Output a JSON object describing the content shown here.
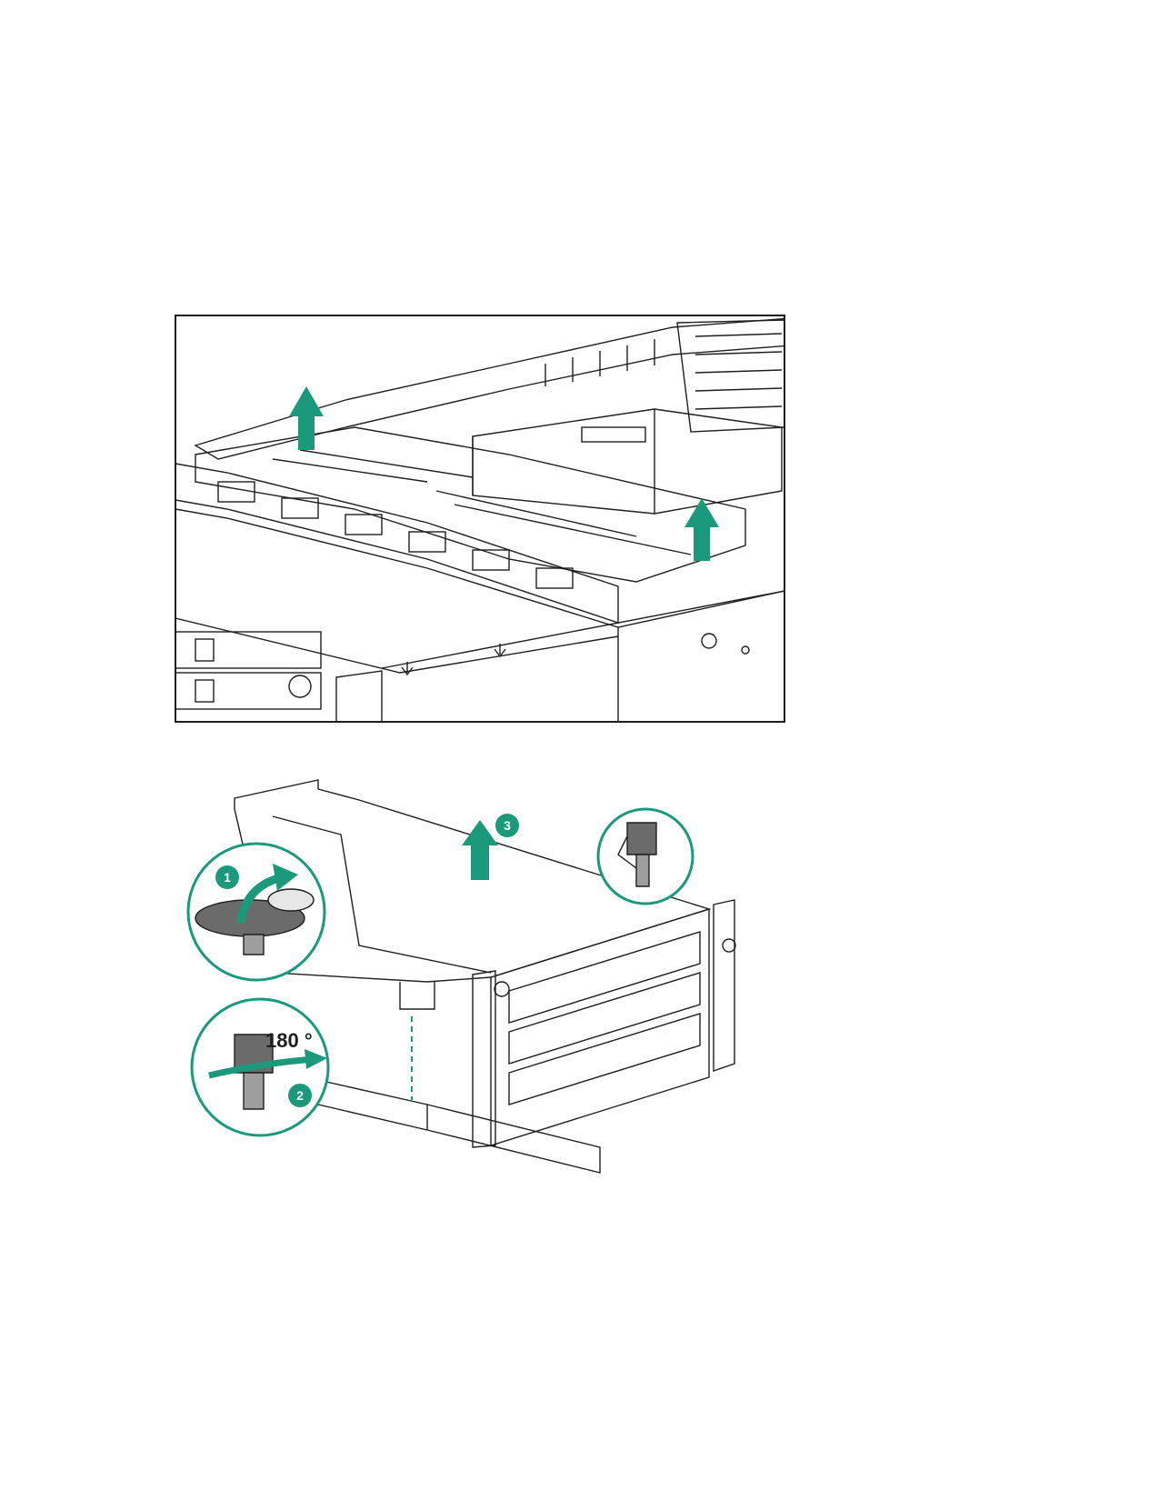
{
  "colors": {
    "accent": "#1a9a7a",
    "ink": "#1f1f1f",
    "metal_light": "#ededed",
    "metal_mid": "#cfcfcf",
    "metal_dark": "#9e9e9e"
  },
  "figure_1": {
    "icons": [
      "lift-arrow-icon",
      "lift-arrow-icon",
      "down-arrow-icon",
      "down-arrow-icon"
    ]
  },
  "figure_2": {
    "callouts": [
      "1",
      "2",
      "3"
    ],
    "rotation_label": "180 °",
    "icons": [
      "rotate-arrow-icon",
      "turn-arrow-icon",
      "lift-arrow-icon"
    ]
  }
}
